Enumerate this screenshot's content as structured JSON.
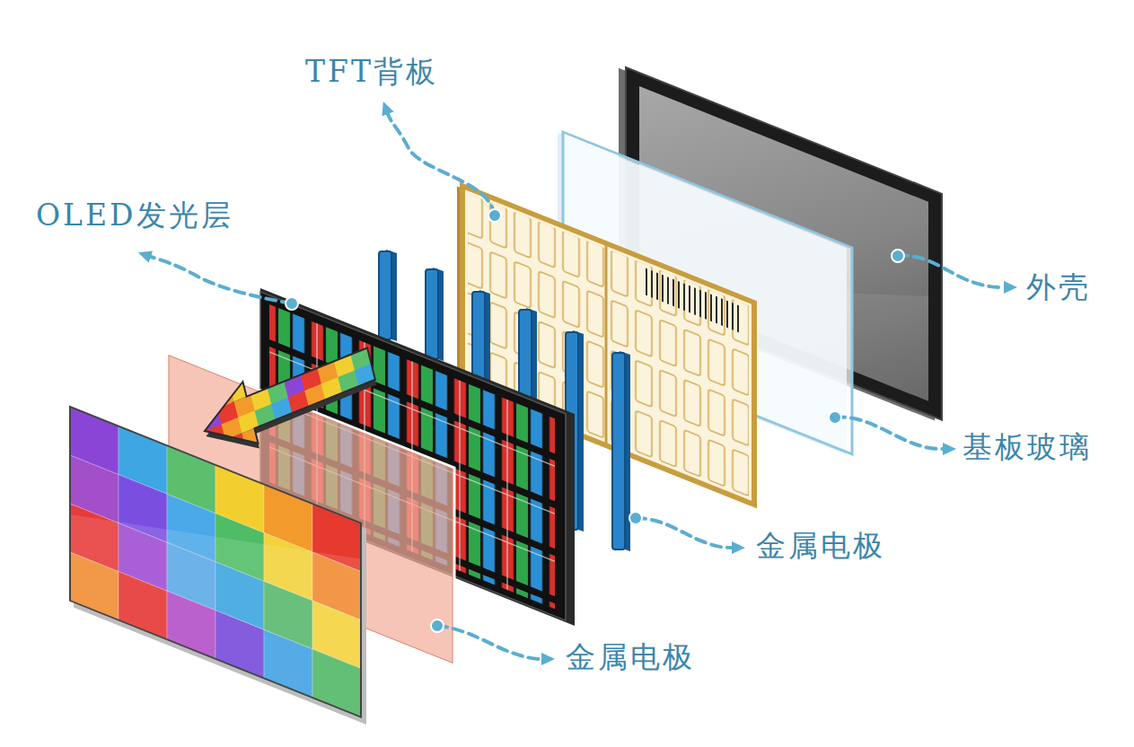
{
  "diagram": {
    "labels": [
      "TFT背板",
      "OLED发光层",
      "外壳",
      "基板玻璃",
      "金属电极",
      "金属电极"
    ]
  }
}
